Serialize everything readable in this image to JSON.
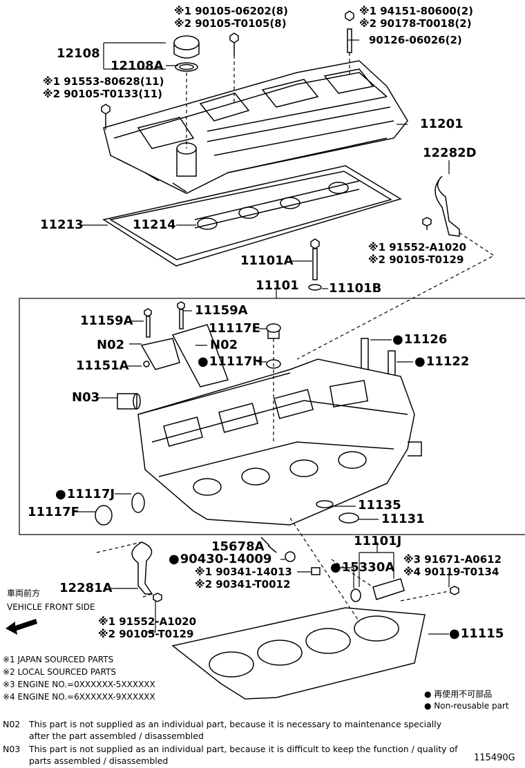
{
  "parts": {
    "p_90105_06202": "※1 90105-06202(8)",
    "p_90105_T0105": "※2 90105-T0105(8)",
    "p_94151": "※1 94151-80600(2)",
    "p_90178": "※2 90178-T0018(2)",
    "p_90126": "90126-06026(2)",
    "p_12108": "12108",
    "p_12108A": "12108A",
    "p_91553": "※1 91553-80628(11)",
    "p_90105_T0133": "※2 90105-T0133(11)",
    "p_11201": "11201",
    "p_12282D": "12282D",
    "p_11213": "11213",
    "p_11214": "11214",
    "p_91552_top": "※1 91552-A1020",
    "p_90105_T0129_top": "※2 90105-T0129",
    "p_11101A": "11101A",
    "p_11101B": "11101B",
    "p_11101": "11101",
    "p_11159A_l": "11159A",
    "p_11159A_r": "11159A",
    "p_11117E": "11117E",
    "p_N02_l": "N02",
    "p_N02_r": "N02",
    "p_11126": "11126",
    "p_11151A": "11151A",
    "p_11117H": "11117H",
    "p_11122": "11122",
    "p_N03": "N03",
    "p_11117J": "11117J",
    "p_11117F": "11117F",
    "p_11135": "11135",
    "p_11131": "11131",
    "p_15678A": "15678A",
    "p_11101J": "11101J",
    "p_90430": "90430-14009",
    "p_90341_14013": "※1 90341-14013",
    "p_90341_T0012": "※2 90341-T0012",
    "p_15330A": "15330A",
    "p_91671": "※3 91671-A0612",
    "p_90119": "※4 90119-T0134",
    "p_12281A": "12281A",
    "p_91552_bot": "※1 91552-A1020",
    "p_90105_T0129_bot": "※2 90105-T0129",
    "p_11115": "11115"
  },
  "direction": {
    "jp": "車両前方",
    "en": "VEHICLE FRONT SIDE"
  },
  "legend": {
    "l1": "※1 JAPAN SOURCED PARTS",
    "l2": "※2 LOCAL SOURCED PARTS",
    "l3": "※3 ENGINE NO.=0XXXXXX-5XXXXXX",
    "l4": "※4 ENGINE NO.=6XXXXXX-9XXXXXX",
    "nonreuse_jp": "● 再使用不可部品",
    "nonreuse_en": "● Non-reusable part"
  },
  "notes": {
    "n02_code": "N02",
    "n02_text": "This part is not supplied as an individual part, because it is necessary to maintenance specially after the part assembled / disassembled",
    "n03_code": "N03",
    "n03_text": "This part is not supplied as an individual part, because it is difficult to keep the function / quality of parts  assembled / disassembled"
  },
  "figure_id": "115490G"
}
